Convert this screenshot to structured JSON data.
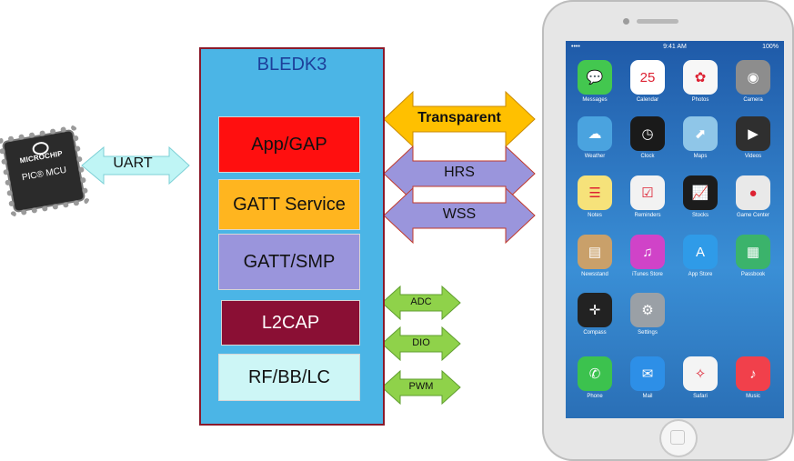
{
  "mcu": {
    "brand": "MICROCHIP",
    "label": "PIC® MCU"
  },
  "uart_label": "UART",
  "bledk": {
    "title": "BLEDK3",
    "layers": [
      "App/GAP",
      "GATT Service",
      "GATT/SMP",
      "L2CAP",
      "RF/BB/LC"
    ]
  },
  "profiles": [
    "Transparent",
    "HRS",
    "WSS"
  ],
  "io": [
    "ADC",
    "DIO",
    "PWM"
  ],
  "colors": {
    "bledk": "#4bb5e6",
    "app_gap": "#ff0f0f",
    "gatt_service": "#ffb51f",
    "gatt_smp": "#9a95dc",
    "l2cap": "#8a0f34",
    "rf": "#cdf6f6",
    "uart_arrow": "#bff5f5",
    "transparent_arrow": "#ffc000",
    "profile_arrow": "#9a95dc",
    "io_arrow": "#8fd24a"
  },
  "phone": {
    "status": {
      "carrier": "•••• ",
      "time": "9:41 AM",
      "battery": "100%"
    },
    "apps": [
      {
        "name": "Messages",
        "icon": "💬",
        "color": "#43c74f"
      },
      {
        "name": "Calendar",
        "icon": "25",
        "color": "#ffffff"
      },
      {
        "name": "Photos",
        "icon": "✿",
        "color": "#f7f7f7"
      },
      {
        "name": "Camera",
        "icon": "◉",
        "color": "#8d8d8d"
      },
      {
        "name": "Weather",
        "icon": "☁",
        "color": "#4aa3df"
      },
      {
        "name": "Clock",
        "icon": "◷",
        "color": "#1a1a1a"
      },
      {
        "name": "Maps",
        "icon": "⬈",
        "color": "#8fc6e8"
      },
      {
        "name": "Videos",
        "icon": "▶",
        "color": "#2f2f2f"
      },
      {
        "name": "Notes",
        "icon": "☰",
        "color": "#f6e27a"
      },
      {
        "name": "Reminders",
        "icon": "☑",
        "color": "#f2f2f2"
      },
      {
        "name": "Stocks",
        "icon": "📈",
        "color": "#1c1c1c"
      },
      {
        "name": "Game Center",
        "icon": "●",
        "color": "#e9e9e9"
      },
      {
        "name": "Newsstand",
        "icon": "▤",
        "color": "#c9a06a"
      },
      {
        "name": "iTunes Store",
        "icon": "♫",
        "color": "#d043c8"
      },
      {
        "name": "App Store",
        "icon": "A",
        "color": "#2f9be8"
      },
      {
        "name": "Passbook",
        "icon": "▦",
        "color": "#3bb36b"
      },
      {
        "name": "Compass",
        "icon": "✛",
        "color": "#222222"
      },
      {
        "name": "Settings",
        "icon": "⚙",
        "color": "#9aa0a6"
      },
      {
        "name": "Phone",
        "icon": "✆",
        "color": "#3cc24e"
      },
      {
        "name": "Mail",
        "icon": "✉",
        "color": "#2d8fe7"
      },
      {
        "name": "Safari",
        "icon": "✧",
        "color": "#f4f4f4"
      },
      {
        "name": "Music",
        "icon": "♪",
        "color": "#f1404b"
      }
    ]
  }
}
